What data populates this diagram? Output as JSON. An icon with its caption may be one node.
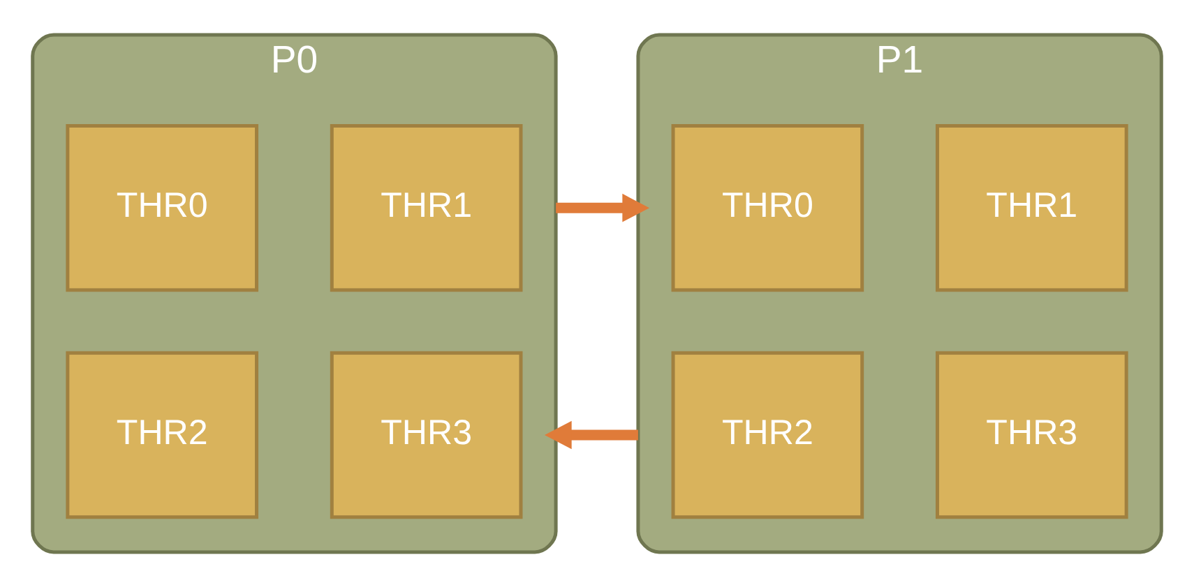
{
  "diagram": {
    "nodes": [
      {
        "text": [
          "P0"
        ]
      },
      {
        "text": [
          "THR0"
        ],
        "in": 0
      },
      {
        "text": [
          "THR1"
        ],
        "in": 0
      },
      {
        "text": [
          "THR2"
        ],
        "in": 0
      },
      {
        "text": [
          "THR3"
        ],
        "in": 0
      },
      {
        "text": [
          "P1"
        ]
      },
      {
        "text": [
          "THR0"
        ],
        "in": 5
      },
      {
        "text": [
          "THR1"
        ],
        "in": 5
      },
      {
        "text": [
          "THR2"
        ],
        "in": 5
      },
      {
        "text": [
          "THR3"
        ],
        "in": 5
      }
    ],
    "edges": [
      {
        "from": 0,
        "to": 5,
        "arrow": "to",
        "color": "#e07b39"
      },
      {
        "from": 5,
        "to": 0,
        "arrow": "to",
        "color": "#e07b39"
      }
    ]
  }
}
